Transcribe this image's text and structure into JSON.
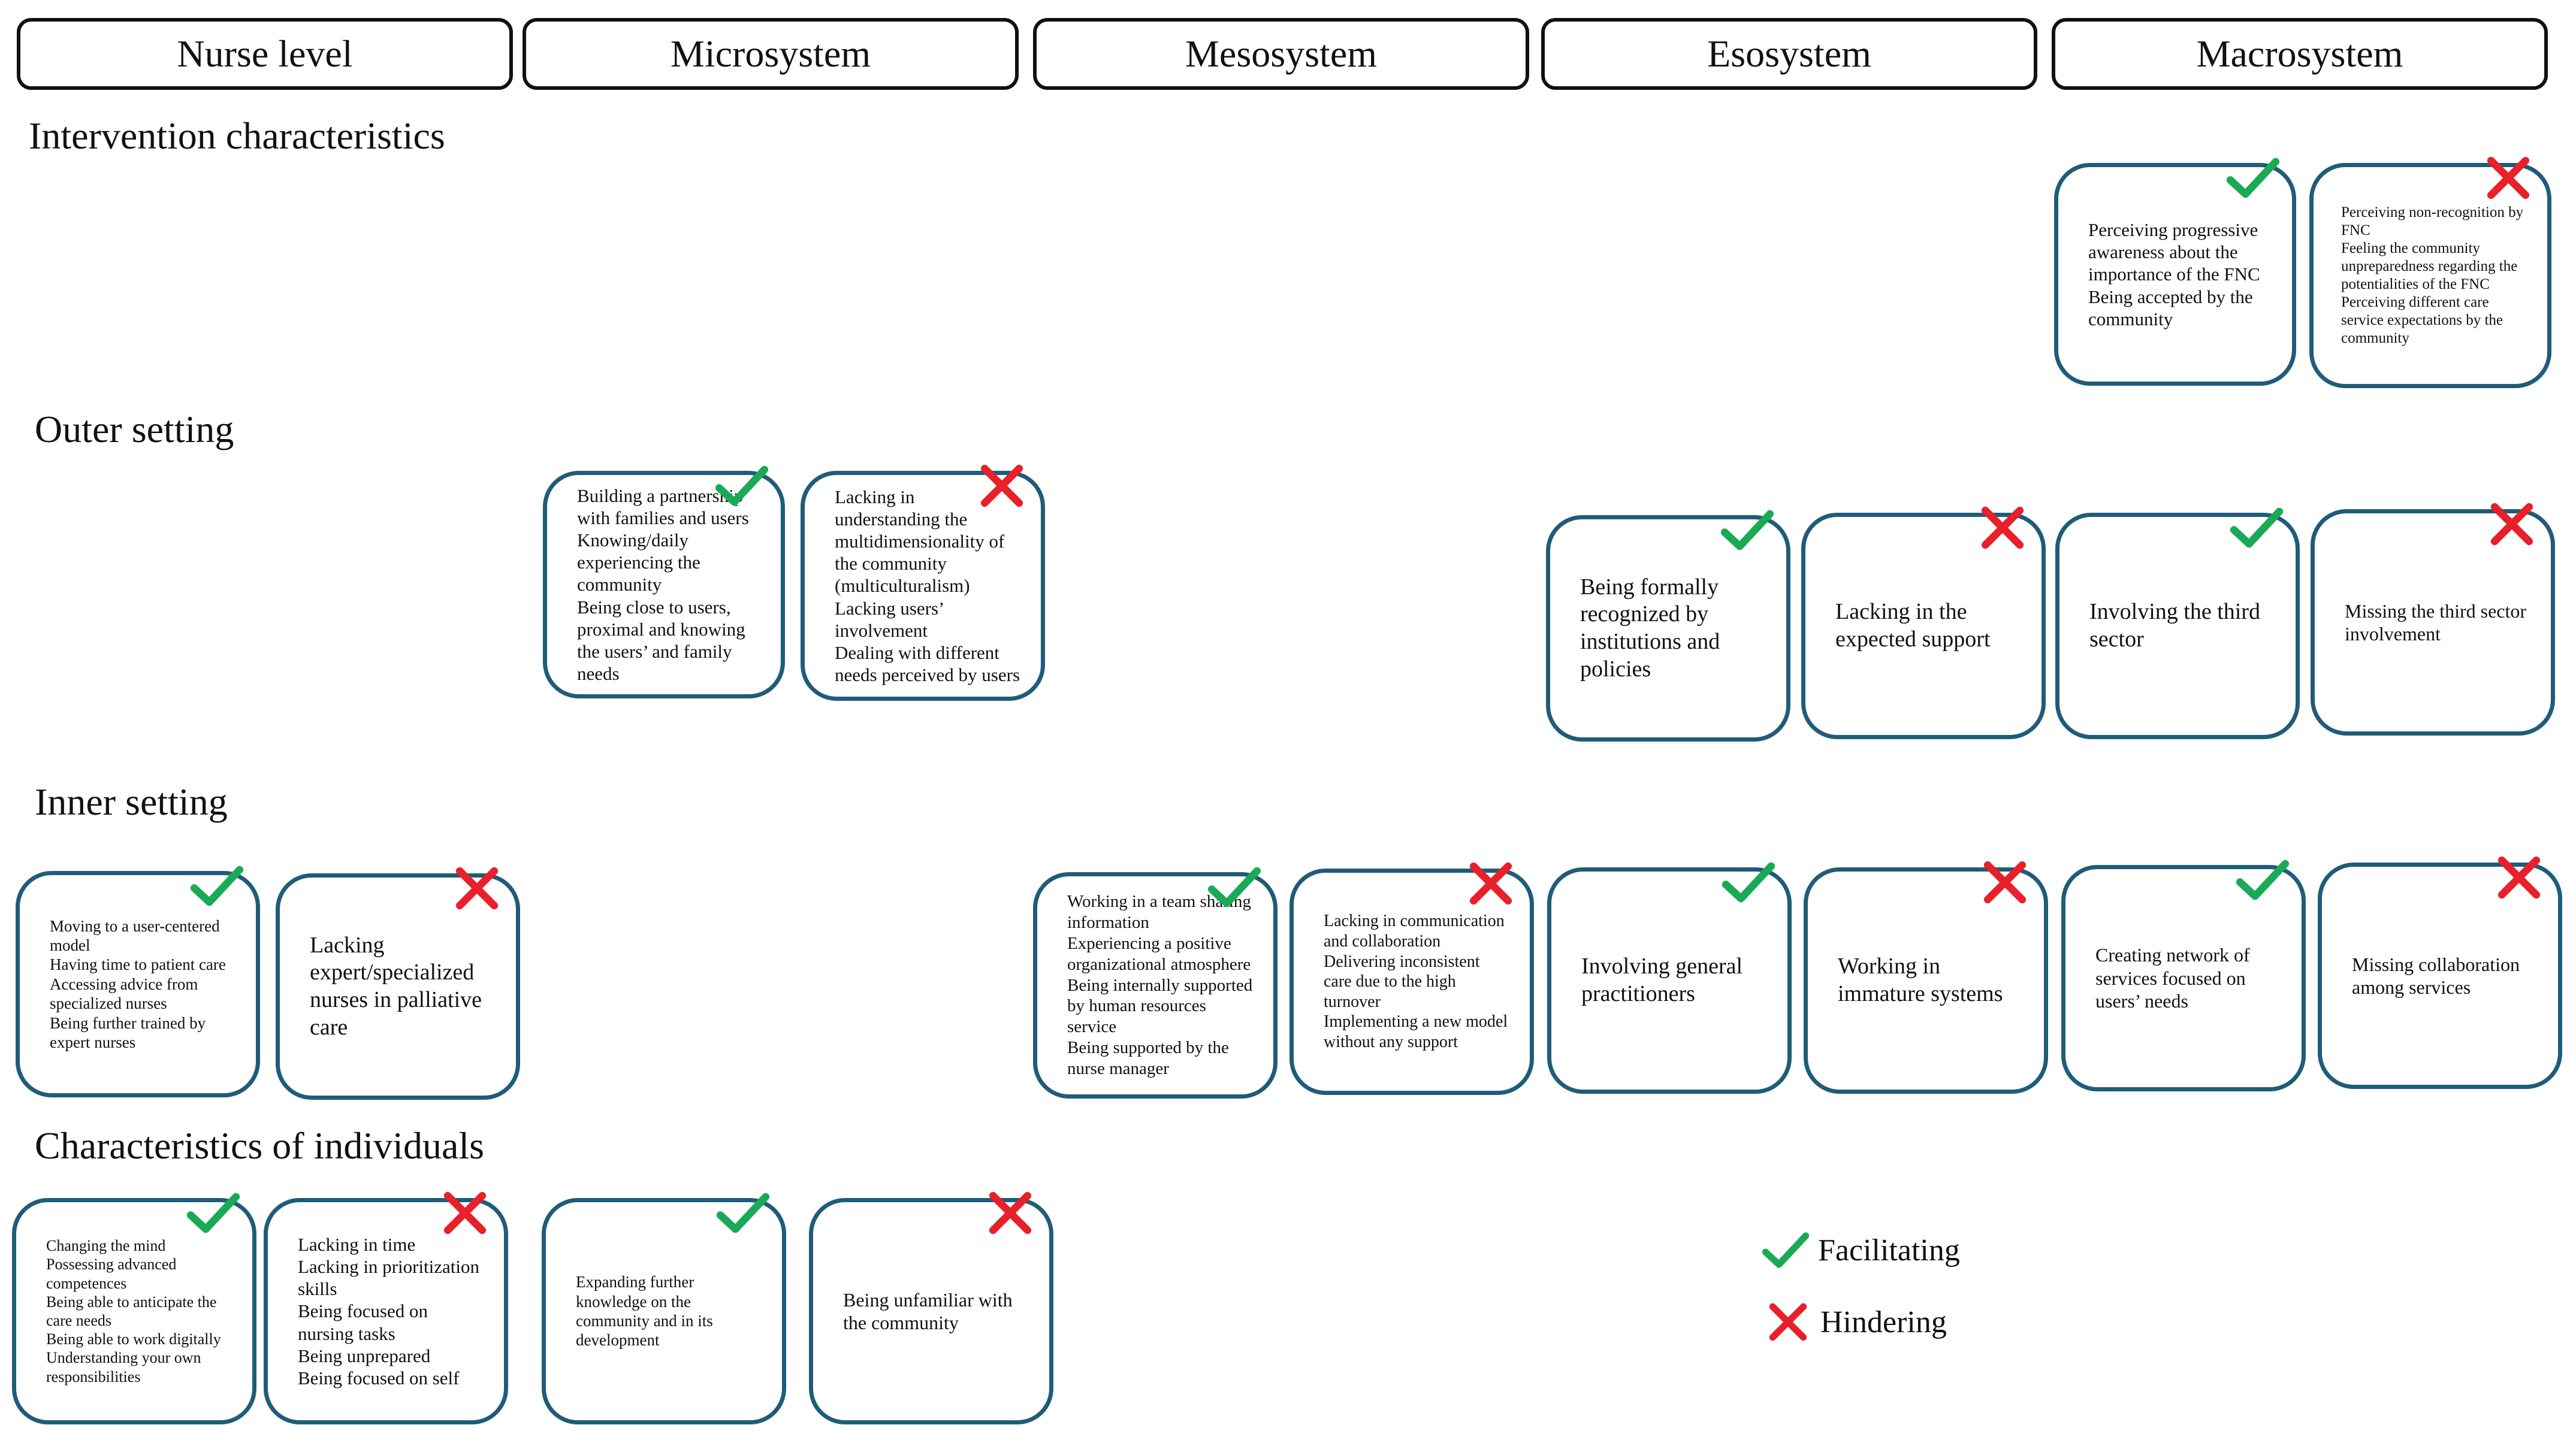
{
  "columns": [
    "Nurse level",
    "Microsystem",
    "Mesosystem",
    "Esosystem",
    "Macrosystem"
  ],
  "sections": {
    "intervention": "Intervention characteristics",
    "outer": "Outer setting",
    "inner": "Inner setting",
    "individuals": "Characteristics of individuals"
  },
  "legend": {
    "facilitating": "Facilitating",
    "hindering": "Hindering"
  },
  "colors": {
    "check": "#1aaa55",
    "cross": "#e8202a",
    "card_border": "#1f5c7a"
  },
  "cards": {
    "ic_macro_fac": [
      "Perceiving progressive awareness about the importance of the FNC",
      "Being accepted by the community"
    ],
    "ic_macro_hin": [
      "Perceiving non-recognition by FNC",
      "Feeling the community unpreparedness regarding the potentialities of the FNC",
      "Perceiving different care service expectations by the community"
    ],
    "os_micro_fac": [
      "Building a partnership with families and users",
      "Knowing/daily experiencing the community",
      "Being close to users, proximal and knowing the users’ and family needs"
    ],
    "os_micro_hin": [
      "Lacking in understanding the multidimensionality of the community (multiculturalism)",
      "Lacking users’ involvement",
      "Dealing with different needs perceived by users"
    ],
    "os_eso_fac": [
      "Being formally recognized by institutions and policies"
    ],
    "os_eso_hin": [
      "Lacking in the expected support"
    ],
    "os_macro_fac": [
      "Involving the third sector"
    ],
    "os_macro_hin": [
      "Missing the third sector involvement"
    ],
    "is_nurse_fac": [
      "Moving to a user-centered model",
      "Having time to patient care",
      "Accessing advice from specialized nurses",
      "Being further trained by expert nurses"
    ],
    "is_nurse_hin": [
      "Lacking expert/specialized nurses in palliative care"
    ],
    "is_meso_fac": [
      "Working in a team sharing information",
      "Experiencing a positive organizational atmosphere",
      "Being internally supported by human resources service",
      "Being supported by the nurse manager"
    ],
    "is_meso_hin": [
      "Lacking in communication and collaboration",
      "Delivering inconsistent care due to the high turnover",
      "Implementing a new model without any support"
    ],
    "is_eso_fac": [
      "Involving general practitioners"
    ],
    "is_eso_hin": [
      "Working in immature systems"
    ],
    "is_macro_fac": [
      "Creating network of services focused on users’ needs"
    ],
    "is_macro_hin": [
      "Missing collaboration among services"
    ],
    "ci_nurse_fac": [
      "Changing the mind",
      "Possessing advanced competences",
      "Being able to anticipate the care needs",
      "Being able to work digitally",
      "Understanding your own responsibilities"
    ],
    "ci_nurse_hin": [
      "Lacking in time",
      "Lacking in prioritization skills",
      "Being focused on nursing tasks",
      "Being unprepared",
      "Being focused on self"
    ],
    "ci_micro_fac": [
      "Expanding further knowledge on the community and in its development"
    ],
    "ci_micro_hin": [
      "Being unfamiliar with the community"
    ]
  }
}
